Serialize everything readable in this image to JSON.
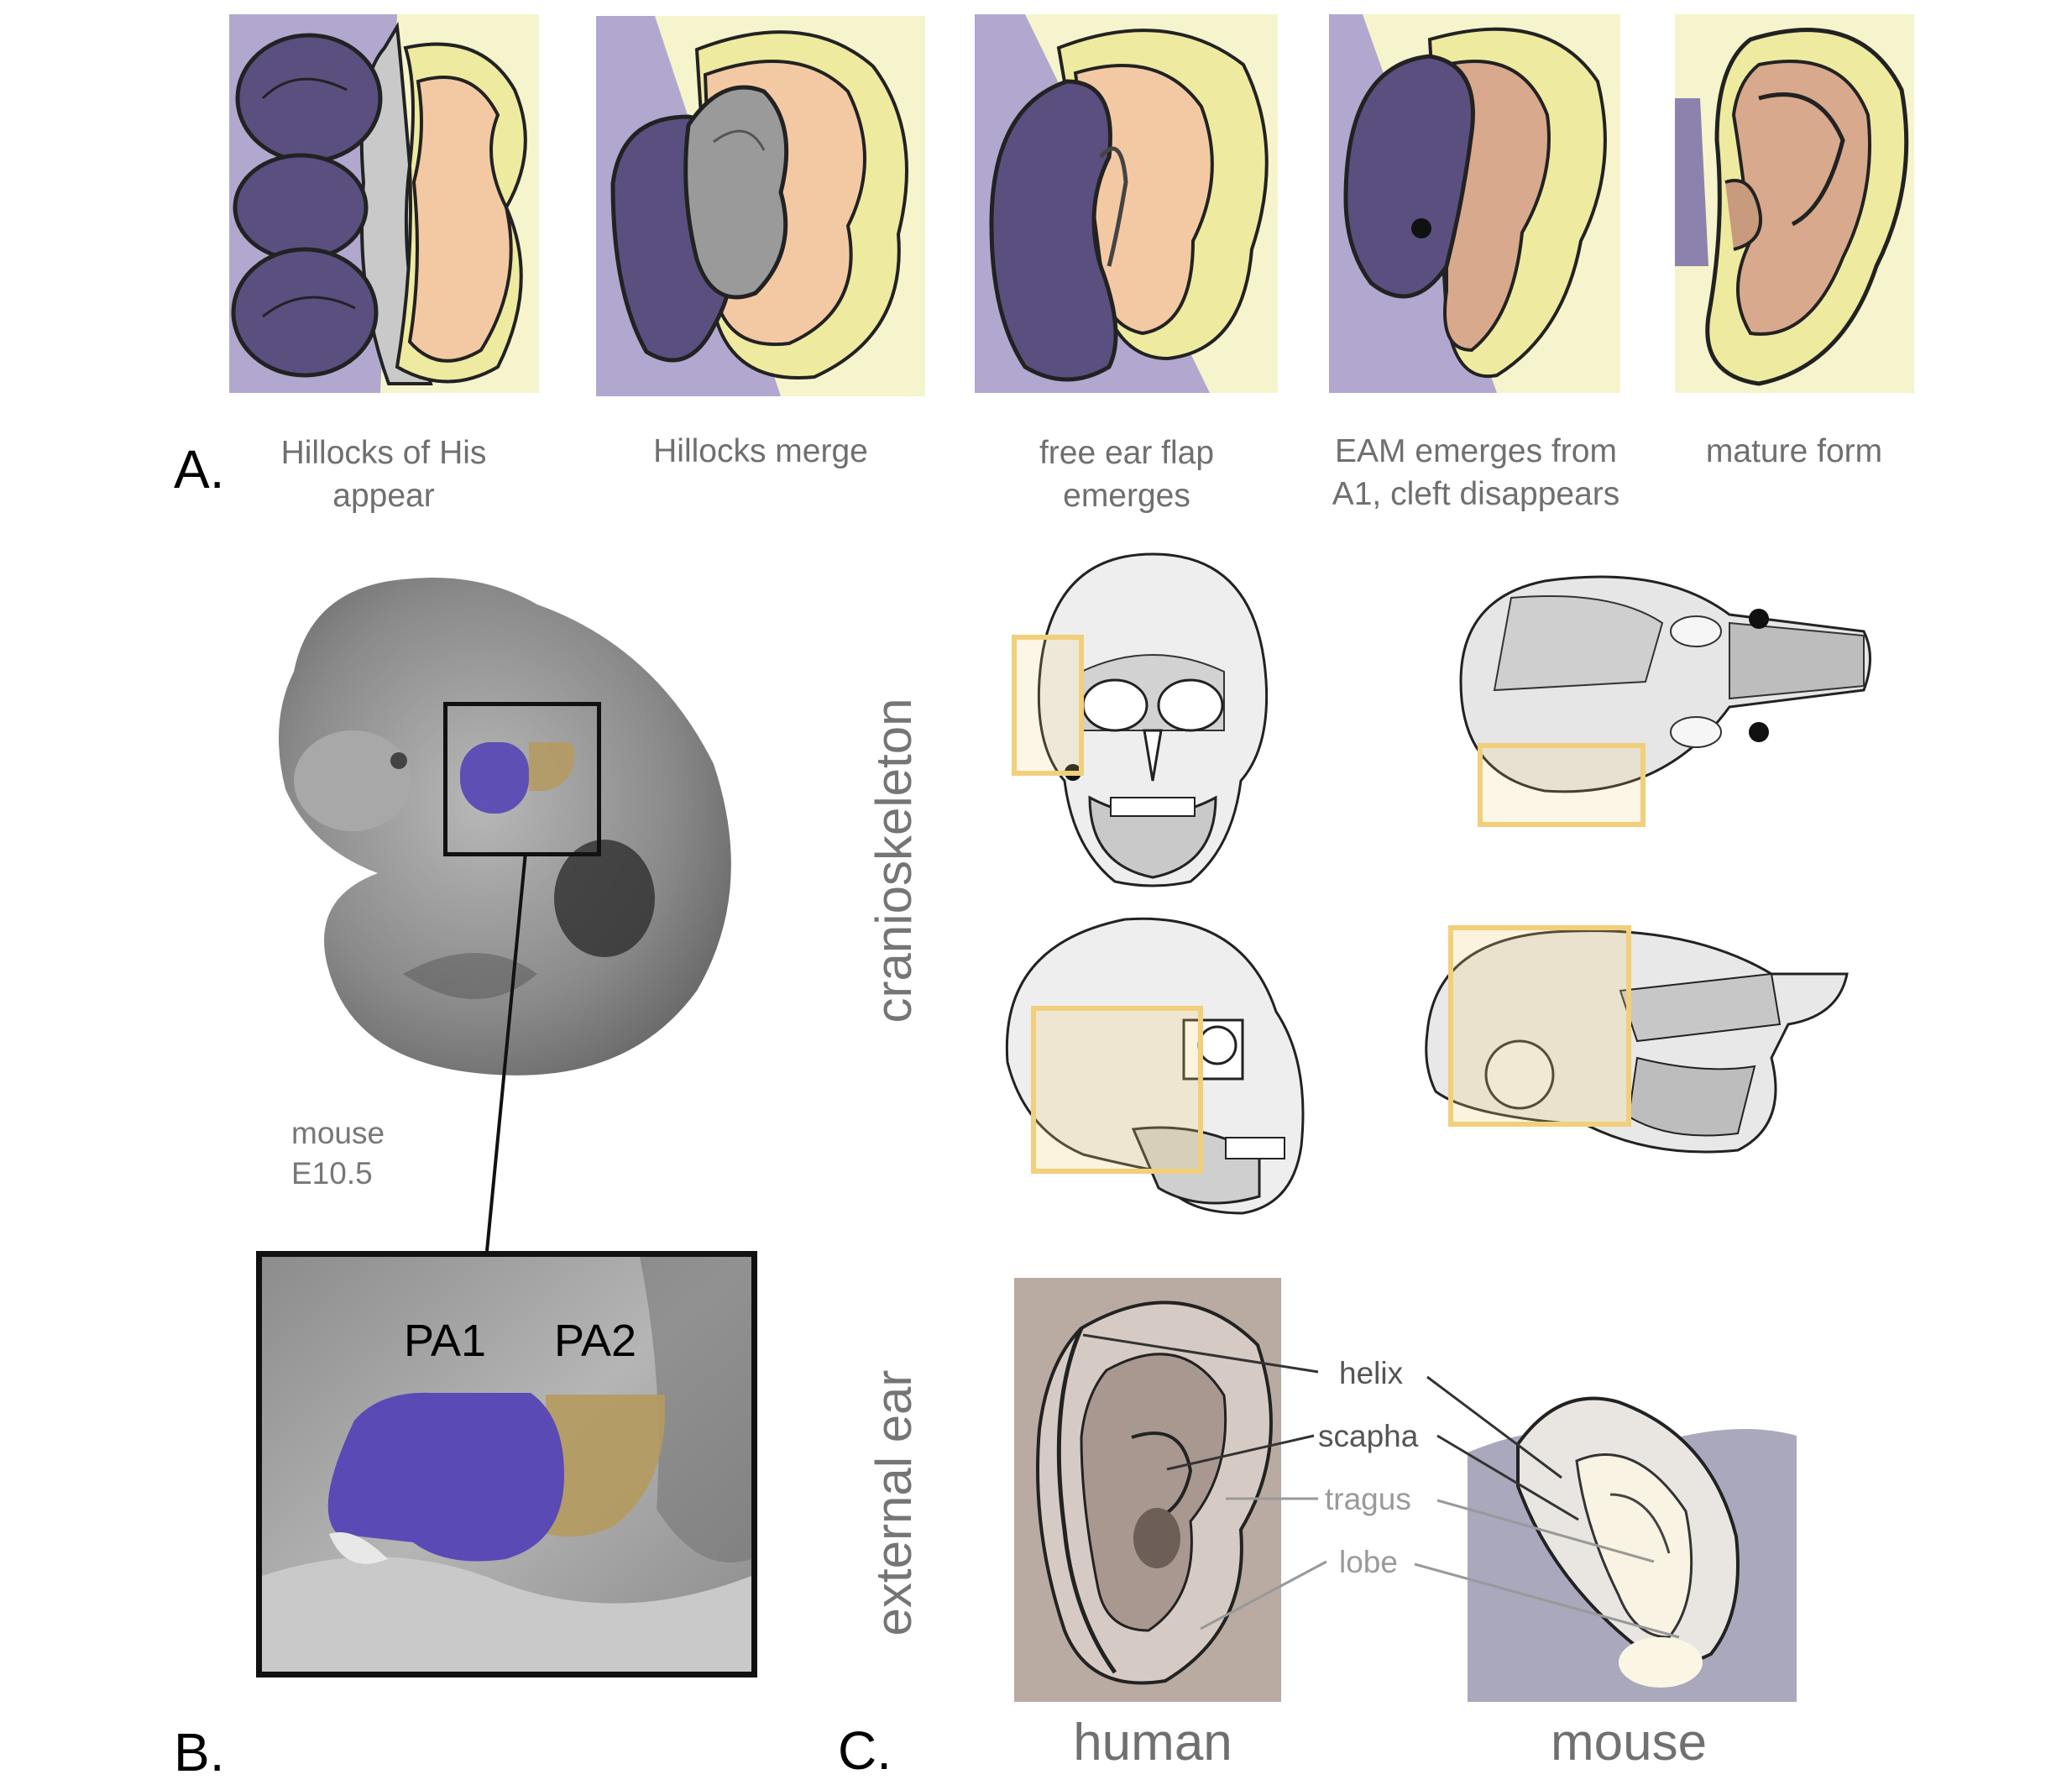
{
  "colors": {
    "hillock_purple": "#5b4f80",
    "hillock_peach": "#f3c9a4",
    "hillock_yellow": "#eeeaa0",
    "background_lilac": "#b2a8cf",
    "background_cream": "#f6f4cc",
    "box_gold": "#f1cf7b",
    "pa1_purple": "#5a4ab5",
    "pa2_gold": "#b59a5e",
    "human_ear_bg": "#b9aaa2",
    "mouse_ear_bg": "#a9a8bd"
  },
  "panel_a": {
    "letter": "A.",
    "stages": [
      {
        "caption": "Hillocks of His\nappear"
      },
      {
        "caption": "Hillocks merge"
      },
      {
        "caption": "free ear flap\nemerges"
      },
      {
        "caption": "EAM emerges from\nA1, cleft disappears"
      },
      {
        "caption": "mature form"
      }
    ]
  },
  "panel_b": {
    "letter": "B.",
    "embryo_label": "mouse\nE10.5",
    "pa1_label": "PA1",
    "pa2_label": "PA2"
  },
  "panel_c": {
    "letter": "C.",
    "row_labels": {
      "craniofacial": "cranioskeleton",
      "ear": "external ear"
    },
    "ear_labels": [
      {
        "text": "helix",
        "color": "#555555"
      },
      {
        "text": "scapha",
        "color": "#555555"
      },
      {
        "text": "tragus",
        "color": "#9a9a9a"
      },
      {
        "text": "lobe",
        "color": "#9a9a9a"
      }
    ],
    "species": {
      "human": "human",
      "mouse": "mouse"
    }
  }
}
